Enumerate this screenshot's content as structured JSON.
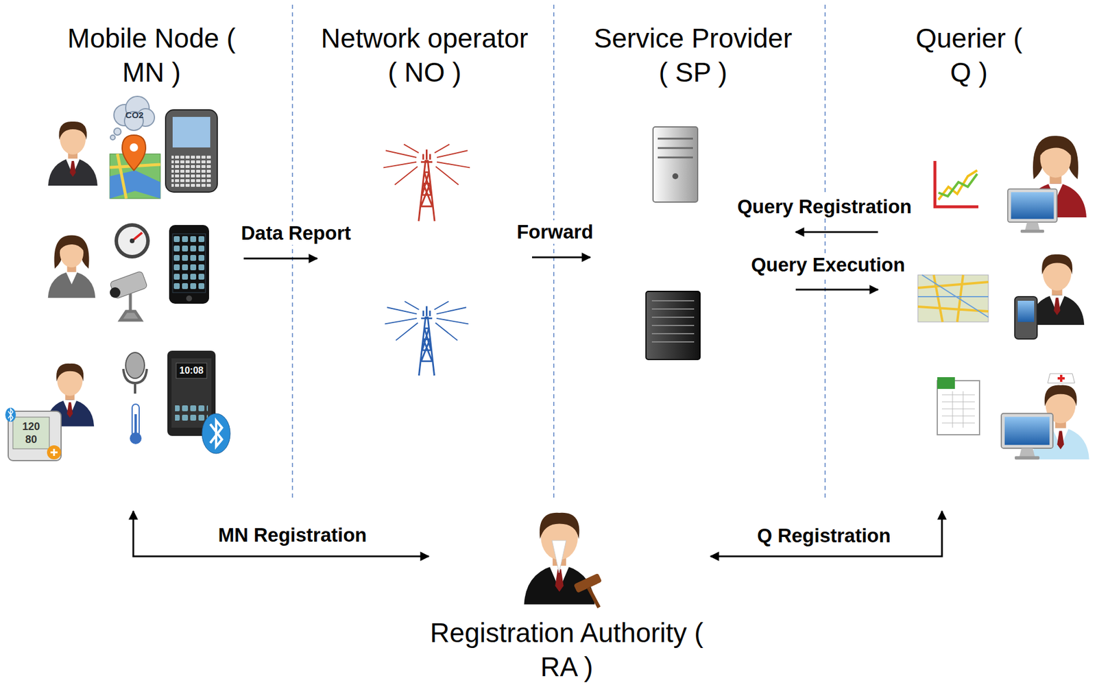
{
  "diagram": {
    "nodes": [
      {
        "text": [
          "Mobile Node ( MN )"
        ]
      },
      {
        "text": [
          "Network operator ( NO )"
        ]
      },
      {
        "text": [
          "Service Provider ( SP )"
        ]
      },
      {
        "text": [
          "Querier ( Q )"
        ]
      },
      {
        "text": [
          "Registration Authority ( RA )"
        ]
      }
    ],
    "edges": [
      {
        "from": 0,
        "to": 1,
        "arrow": "to",
        "label": "Data Report"
      },
      {
        "from": 1,
        "to": 2,
        "arrow": "to",
        "label": "Forward"
      },
      {
        "from": 3,
        "to": 2,
        "arrow": "to",
        "label": "Query Registration"
      },
      {
        "from": 2,
        "to": 3,
        "arrow": "to",
        "label": "Query Execution"
      },
      {
        "from": 0,
        "to": 4,
        "arrow": "both",
        "label": "MN Registration"
      },
      {
        "from": 4,
        "to": 3,
        "arrow": "both",
        "label": "Q Registration"
      }
    ],
    "labels": [
      "CO2",
      "120",
      "80",
      "10:08"
    ]
  }
}
